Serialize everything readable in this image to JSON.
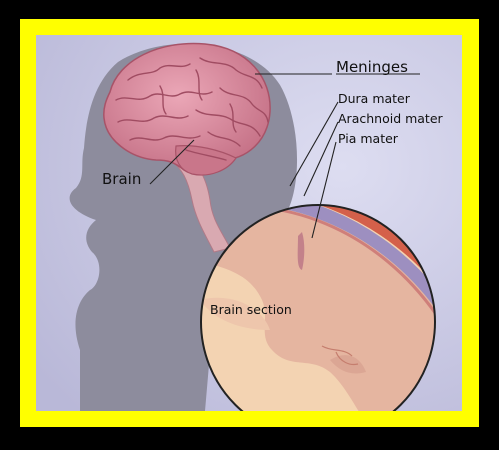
{
  "labels": {
    "meninges": "Meninges",
    "dura_mater": "Dura mater",
    "arachnoid_mater": "Arachnoid mater",
    "pia_mater": "Pia mater",
    "brain": "Brain",
    "brain_section": "Brain section"
  },
  "colors": {
    "frame_outer": "#000000",
    "frame_yellow": "#ffff00",
    "background": "#c9c8e4",
    "silhouette": "#8d8c9d",
    "brain_pink": "#d98a9c",
    "dura_red": "#d4604a",
    "arachnoid_purple": "#9d8fc0",
    "section_fill": "#f3d3b2",
    "gray_matter": "#e5b5a0"
  }
}
